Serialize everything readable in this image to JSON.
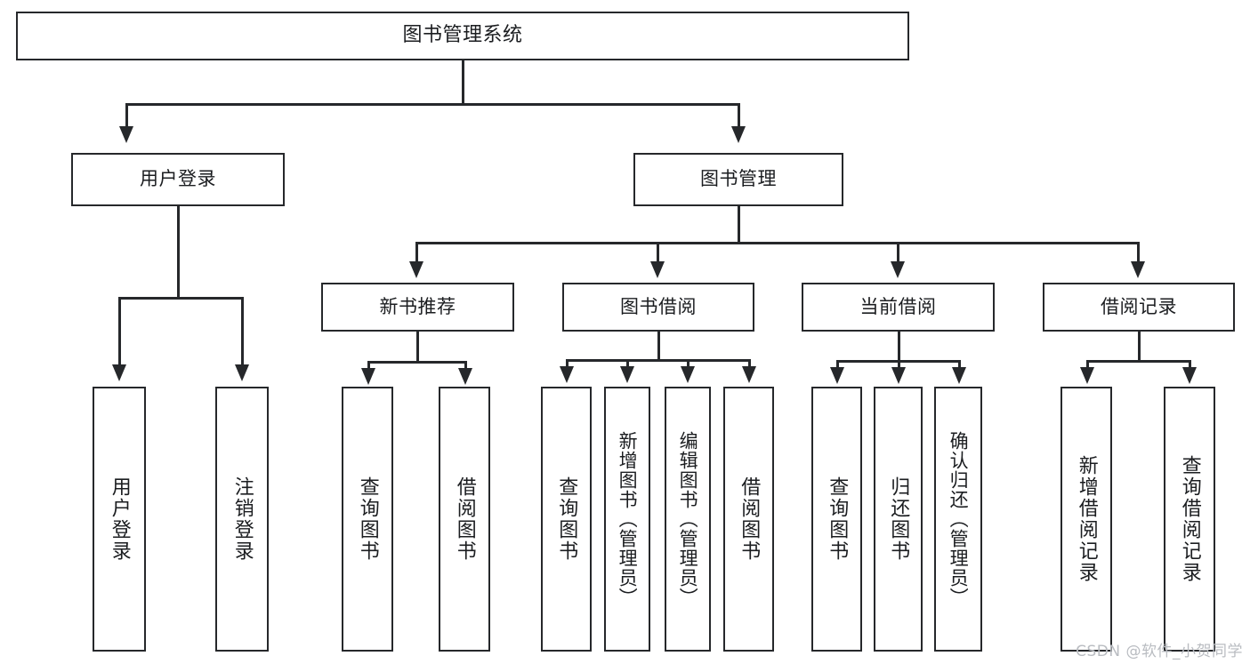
{
  "diagram": {
    "type": "tree-hierarchy",
    "title": "图书管理系统",
    "root": {
      "label": "图书管理系统"
    },
    "level2": [
      {
        "id": "user-login",
        "label": "用户登录"
      },
      {
        "id": "book-management",
        "label": "图书管理"
      }
    ],
    "level3": [
      {
        "id": "new-book-recommend",
        "label": "新书推荐",
        "parent": "book-management"
      },
      {
        "id": "book-borrow",
        "label": "图书借阅",
        "parent": "book-management"
      },
      {
        "id": "current-borrow",
        "label": "当前借阅",
        "parent": "book-management"
      },
      {
        "id": "borrow-record",
        "label": "借阅记录",
        "parent": "book-management"
      }
    ],
    "leaves": {
      "user_login": [
        {
          "id": "leaf-user-login",
          "label": "用户登录"
        },
        {
          "id": "leaf-logout-login",
          "label": "注销登录"
        }
      ],
      "new_book_recommend": [
        {
          "id": "leaf-query-book-1",
          "label": "查询图书"
        },
        {
          "id": "leaf-borrow-book-1",
          "label": "借阅图书"
        }
      ],
      "book_borrow": [
        {
          "id": "leaf-query-book-2",
          "label": "查询图书"
        },
        {
          "id": "leaf-add-book",
          "label": "新增图书（管理员）"
        },
        {
          "id": "leaf-edit-book",
          "label": "编辑图书（管理员）"
        },
        {
          "id": "leaf-borrow-book-2",
          "label": "借阅图书"
        }
      ],
      "current_borrow": [
        {
          "id": "leaf-query-book-3",
          "label": "查询图书"
        },
        {
          "id": "leaf-return-book",
          "label": "归还图书"
        },
        {
          "id": "leaf-confirm-return",
          "label": "确认归还（管理员）"
        }
      ],
      "borrow_record": [
        {
          "id": "leaf-add-record",
          "label": "新增借阅记录"
        },
        {
          "id": "leaf-query-record",
          "label": "查询借阅记录"
        }
      ]
    }
  },
  "watermark": {
    "text": "CSDN @软件_小贺同学"
  },
  "colors": {
    "stroke": "#26282b",
    "text": "#1b1d20",
    "background": "#ffffff",
    "watermark": "#b9bcc1"
  }
}
